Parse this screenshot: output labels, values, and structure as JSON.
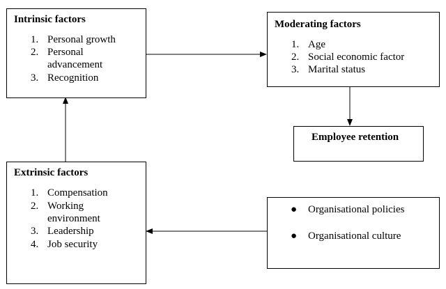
{
  "intrinsic": {
    "title": "Intrinsic factors",
    "items": [
      {
        "num": "1.",
        "lines": [
          "Personal growth"
        ]
      },
      {
        "num": "2.",
        "lines": [
          "Personal",
          "advancement"
        ]
      },
      {
        "num": "3.",
        "lines": [
          "Recognition"
        ]
      }
    ]
  },
  "moderating": {
    "title": "Moderating factors",
    "items": [
      {
        "num": "1.",
        "text": "Age"
      },
      {
        "num": "2.",
        "text": "Social economic factor"
      },
      {
        "num": "3.",
        "text": "Marital status"
      }
    ]
  },
  "retention": {
    "title": "Employee retention"
  },
  "extrinsic": {
    "title": "Extrinsic factors",
    "items": [
      {
        "num": "1.",
        "lines": [
          "Compensation"
        ]
      },
      {
        "num": "2.",
        "lines": [
          "Working",
          "environment"
        ]
      },
      {
        "num": "3.",
        "lines": [
          "Leadership"
        ]
      },
      {
        "num": "4.",
        "lines": [
          "Job security"
        ]
      }
    ]
  },
  "organisational": {
    "bullets": [
      "Organisational policies",
      "Organisational culture"
    ]
  }
}
